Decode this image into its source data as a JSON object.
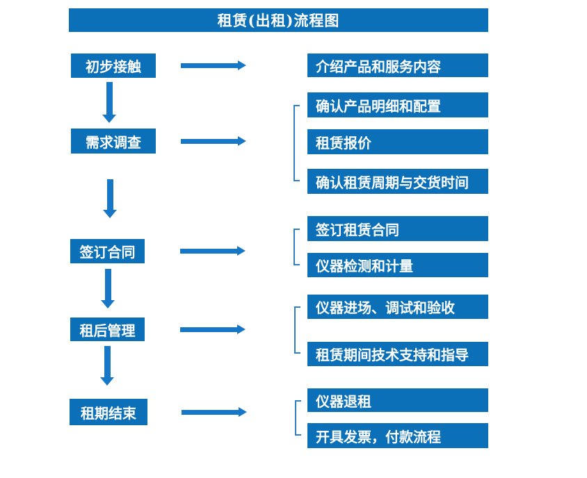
{
  "title": "租赁(出租)流程图",
  "colors": {
    "box_blue": "#0C70B8",
    "arrow_blue": "#1577C6",
    "bracket_blue": "#2E7FC4",
    "text_white": "#FFFFFF",
    "background": "#FFFFFF"
  },
  "stages": [
    {
      "label": "初步接触",
      "details": [
        "介绍产品和服务内容"
      ]
    },
    {
      "label": "需求调查",
      "details": [
        "确认产品明细和配置",
        "租赁报价",
        "确认租赁周期与交货时间"
      ]
    },
    {
      "label": "签订合同",
      "details": [
        "签订租赁合同",
        "仪器检测和计量"
      ]
    },
    {
      "label": "租后管理",
      "details": [
        "仪器进场、调试和验收",
        "租赁期间技术支持和指导"
      ]
    },
    {
      "label": "租期结束",
      "details": [
        "仪器退租",
        "开具发票，付款流程"
      ]
    }
  ]
}
